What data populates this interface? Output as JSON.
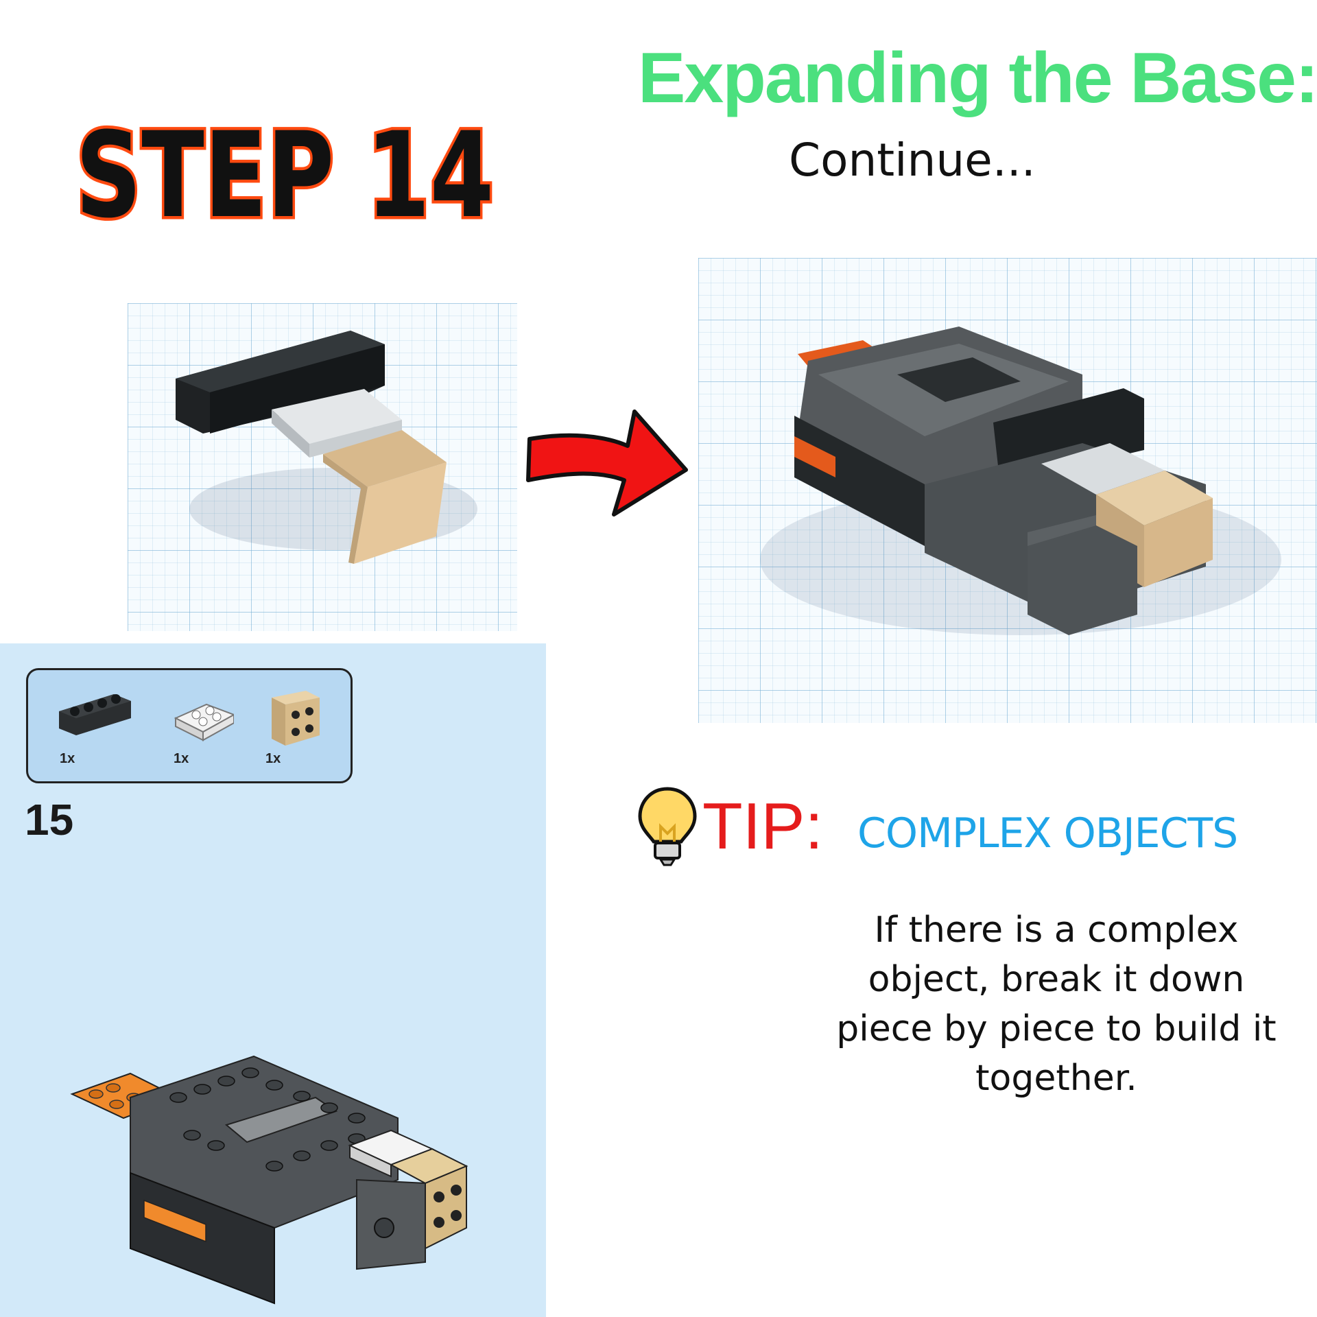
{
  "step_title": "STEP 14",
  "heading": "Expanding the Base:",
  "subheading": "Continue...",
  "instruction": {
    "step_number": "15",
    "parts": [
      {
        "name": "black-brick-1x4",
        "quantity": "1x"
      },
      {
        "name": "white-plate-2x2",
        "quantity": "1x"
      },
      {
        "name": "tan-bracket-2x2",
        "quantity": "1x"
      }
    ]
  },
  "tip": {
    "label": "TIP:",
    "topic": "COMPLEX OBJECTS",
    "body": "If there is a complex object, break it down piece by piece to build it together."
  },
  "colors": {
    "step_title_fill": "#000000",
    "step_title_outline": "#ff4a10",
    "heading": "#4be07e",
    "tip_label": "#e51c1c",
    "tip_topic": "#1ea4e8",
    "instruction_panel": "#d2e9f9",
    "brick_dark": "#2b2e30",
    "brick_gray": "#55595c",
    "brick_light": "#d9dde0",
    "brick_tan": "#ddbf94",
    "brick_orange": "#e45a1c"
  },
  "icons": [
    "red-curved-arrow-icon",
    "lightbulb-icon"
  ]
}
